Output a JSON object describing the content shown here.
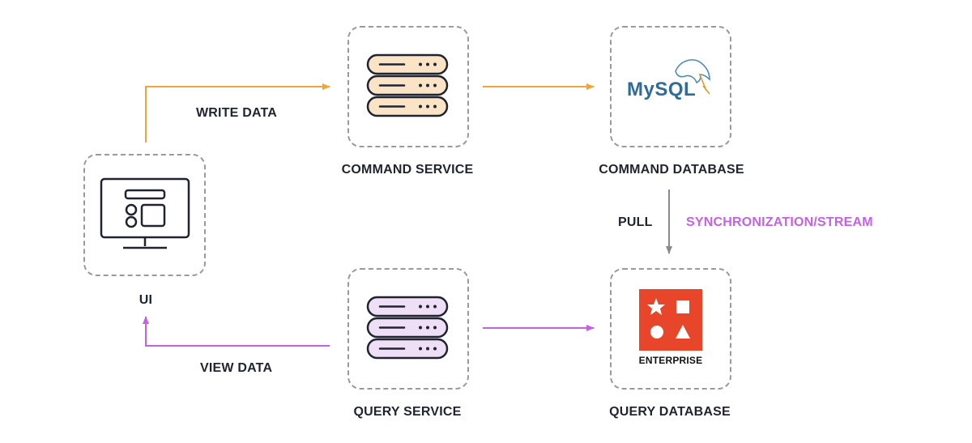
{
  "nodes": {
    "ui": {
      "label": "UI"
    },
    "command_service": {
      "label": "COMMAND SERVICE",
      "color": "#FBE3C6"
    },
    "command_database": {
      "label": "COMMAND DATABASE",
      "logo_text": "MySQL"
    },
    "query_service": {
      "label": "QUERY SERVICE",
      "color": "#EEDFF6"
    },
    "query_database": {
      "label": "QUERY DATABASE",
      "badge_text": "ENTERPRISE",
      "badge_color": "#E8462A"
    }
  },
  "edges": {
    "write_data": {
      "label": "WRITE DATA",
      "color": "#F0A43C"
    },
    "view_data": {
      "label": "VIEW DATA",
      "color": "#C660E8"
    },
    "pull": {
      "label": "PULL",
      "color": "#8A8A8A"
    },
    "sync": {
      "label": "SYNCHRONIZATION/STREAM",
      "color": "#C660E8"
    }
  }
}
